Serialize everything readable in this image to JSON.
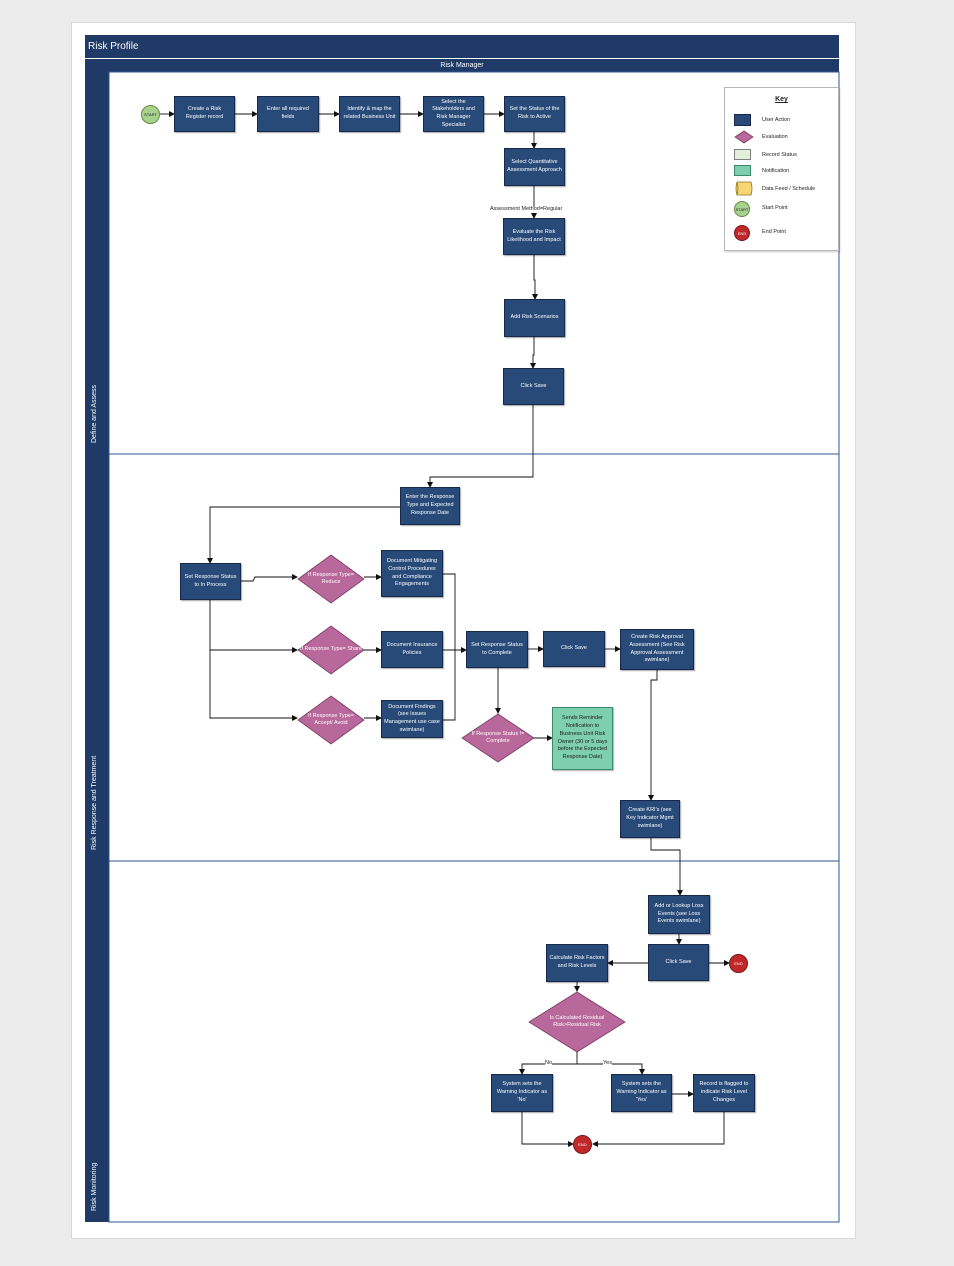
{
  "title": "Risk Profile",
  "role": "Risk Manager",
  "lanes": [
    "Define and Assess",
    "Risk Response and Treatment",
    "Risk Monitoring"
  ],
  "key": {
    "title": "Key",
    "items": [
      {
        "label": "User Action",
        "shape": "user-action"
      },
      {
        "label": "Evaluation",
        "shape": "evaluation"
      },
      {
        "label": "Record Status",
        "shape": "record-status"
      },
      {
        "label": "Notification",
        "shape": "notification"
      },
      {
        "label": "Data Feed / Schedule",
        "shape": "data-feed"
      },
      {
        "label": "Start Point",
        "shape": "start-point",
        "text": "START"
      },
      {
        "label": "End Point",
        "shape": "end-point",
        "text": "END"
      }
    ]
  },
  "nodes": {
    "start": "START",
    "create_risk": "Create a Risk Register record",
    "enter_fields": "Enter all required fields",
    "identify_bu": "Identify & map the related Business Unit",
    "select_stakeholders": "Select the Stakeholders and Risk Manager Specialist",
    "set_active": "Set the Status of the Risk to Active",
    "select_quant": "Select Quantitative Assessment Approach",
    "evaluate": "Evaluate the Risk Likelihood and Impact",
    "add_scenarios": "Add Risk Scenarios",
    "click_save_1": "Click Save",
    "enter_response": "Enter the Response Type and Expected Response Date",
    "set_in_process": "Set Response Status to In Process",
    "if_reduce": "If Response Type= Reduce",
    "if_share": "If Response Type= Share",
    "if_accept": "If Response Type= Accept/ Avoid",
    "doc_mitigating": "Document Mitigating Control Procedures and Compliance Engagements",
    "doc_insurance": "Document Insurance Policies",
    "doc_findings": "Document Findings (see Issues Management use case swimlane)",
    "set_complete": "Set Response Status to Complete",
    "click_save_2": "Click Save",
    "create_approval": "Create Risk Approval Assessment (See Risk Approval Assessment swimlane)",
    "if_not_complete": "If Response Status != Complete",
    "reminder": "Sends Reminder Notification to Business Unit Risk Owner (30 or 5 days before the Expected Response Date)",
    "create_kri": "Create KRI's (see Key Indicator Mgmt swimlane)",
    "add_loss": "Add or Lookup Loss Events (see Loss Events swimlane)",
    "click_save_3": "Click Save",
    "end_1": "END",
    "calc_factors": "Calculate Risk Factors and Risk Levels",
    "is_residual": "Is Calculated Residual Risk>Residual Risk",
    "warn_no": "System sets the Warning Indicator as 'No'",
    "warn_yes": "System sets the Warning Indicator as 'Yes'",
    "flagged": "Record is flagged to indicate Risk Level Changes",
    "end_2": "END"
  },
  "edge_labels": {
    "method": "Assessment Method=Regular",
    "no": "No",
    "yes": "Yes"
  },
  "colors": {
    "frame": "#1f3a66",
    "user_action": "#274a78",
    "evaluation": "#b8689a",
    "record_status": "#e2efda",
    "notification": "#7ecfb0",
    "data_feed": "#f7d774",
    "start": "#a9d18e",
    "end": "#c0282a",
    "lane_divider": "#2f5597"
  }
}
